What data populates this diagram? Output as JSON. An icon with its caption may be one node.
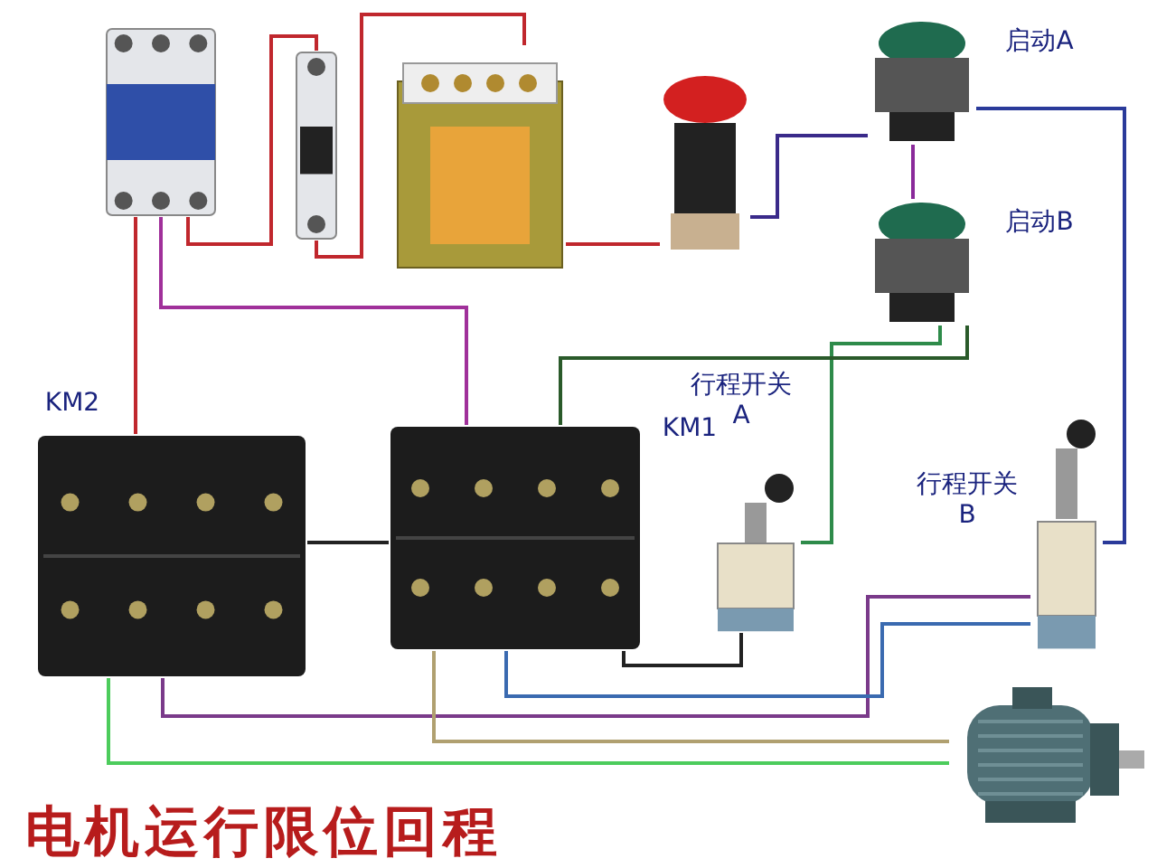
{
  "diagram": {
    "title": "电机运行限位回程",
    "nodes": [
      {
        "text": [],
        "shape": "picture"
      },
      {
        "text": [],
        "shape": "picture"
      },
      {
        "text": [],
        "shape": "picture"
      },
      {
        "text": [],
        "shape": "picture"
      },
      {
        "text": [
          "启动A"
        ]
      },
      {
        "text": [
          "启动B"
        ]
      },
      {
        "text": [
          "KM2"
        ]
      },
      {
        "text": [
          "KM1"
        ]
      },
      {
        "text": [
          "行程开关 A"
        ]
      },
      {
        "text": [
          "行程开关 B"
        ]
      },
      {
        "text": [],
        "shape": "picture"
      }
    ],
    "edges": [
      {
        "from": 0,
        "to": 6,
        "arrow": "none",
        "color": "#c0272d"
      },
      {
        "from": 0,
        "to": 7,
        "arrow": "none",
        "color": "#a0309a"
      },
      {
        "from": 0,
        "to": 1,
        "arrow": "none",
        "color": "#c0272d"
      },
      {
        "from": 1,
        "to": 2,
        "arrow": "none",
        "color": "#c0272d"
      },
      {
        "from": 2,
        "to": 3,
        "arrow": "none",
        "color": "#c0272d"
      },
      {
        "from": 3,
        "to": 4,
        "arrow": "none",
        "color": "#3a2a8a"
      },
      {
        "from": 4,
        "to": 5,
        "arrow": "none",
        "color": "#8a2a9a"
      },
      {
        "from": 4,
        "to": 9,
        "arrow": "none",
        "color": "#2a3a9a"
      },
      {
        "from": 5,
        "to": 8,
        "arrow": "none",
        "color": "#2e8b4a"
      },
      {
        "from": 5,
        "to": 7,
        "arrow": "none",
        "color": "#2a5a2a"
      },
      {
        "from": 6,
        "to": 7,
        "arrow": "none",
        "color": "#222222"
      },
      {
        "from": 7,
        "to": 8,
        "arrow": "none",
        "color": "#222222"
      },
      {
        "from": 6,
        "to": 9,
        "arrow": "none",
        "color": "#7a3a8a"
      },
      {
        "from": 7,
        "to": 9,
        "arrow": "none",
        "color": "#3a6ab0"
      },
      {
        "from": 6,
        "to": 10,
        "arrow": "none",
        "color": "#4ccc5c"
      },
      {
        "from": 7,
        "to": 10,
        "arrow": "none",
        "color": "#b0a070"
      }
    ]
  }
}
